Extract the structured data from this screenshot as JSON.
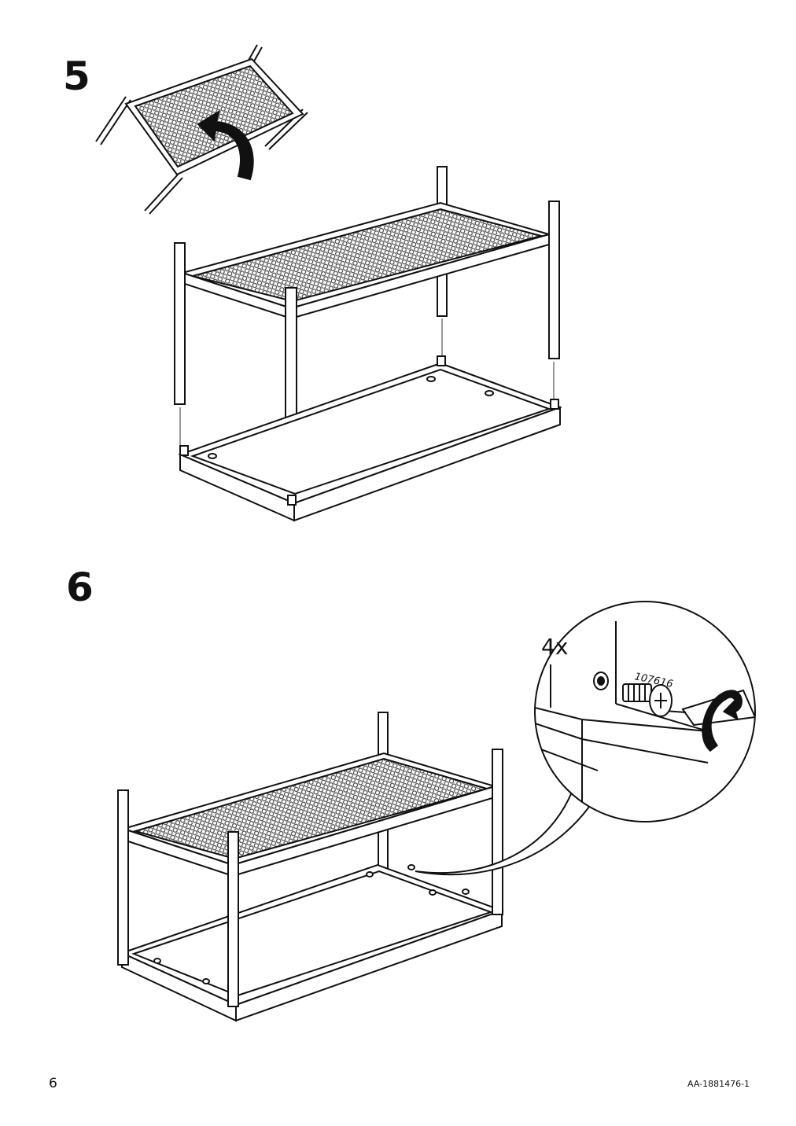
{
  "steps": [
    {
      "number": "5",
      "illustration": "flip-shelf-frame-and-insert-legs-into-base"
    },
    {
      "number": "6",
      "illustration": "secure-legs-with-screws"
    }
  ],
  "step6_callout": {
    "quantity": "4x",
    "part_number": "107616"
  },
  "footer": {
    "page_number": "6",
    "document_id": "AA-1881476-1"
  },
  "colors": {
    "ink": "#111111",
    "paper": "#ffffff",
    "mesh": "#555555"
  },
  "icons": [
    "rotate-arrow-icon",
    "screw-icon",
    "screwdriver-icon",
    "turn-clockwise-icon"
  ]
}
